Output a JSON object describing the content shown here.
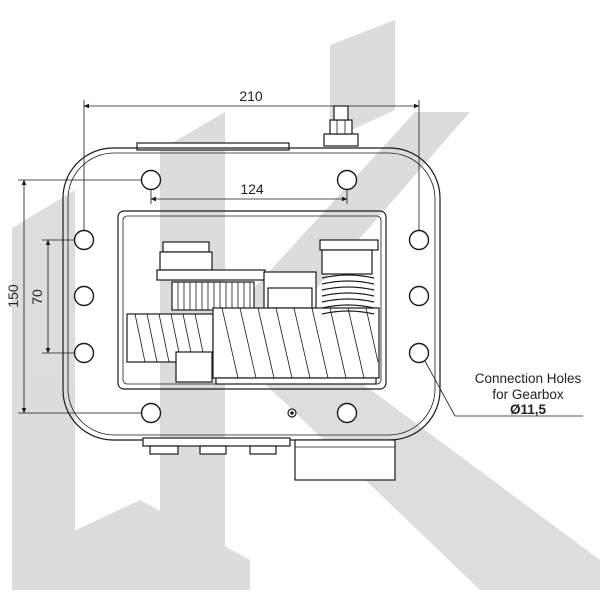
{
  "dimensions": {
    "overall_width": "210",
    "hole_spacing_top": "124",
    "overall_height": "150",
    "hole_spacing_side": "70"
  },
  "callout": {
    "line1": "Connection Holes",
    "line2": "for Gearbox",
    "line3": "Ø11,5"
  },
  "colors": {
    "watermark": "#d6d6d6",
    "line": "#1a1a1a",
    "background": "#ffffff"
  }
}
